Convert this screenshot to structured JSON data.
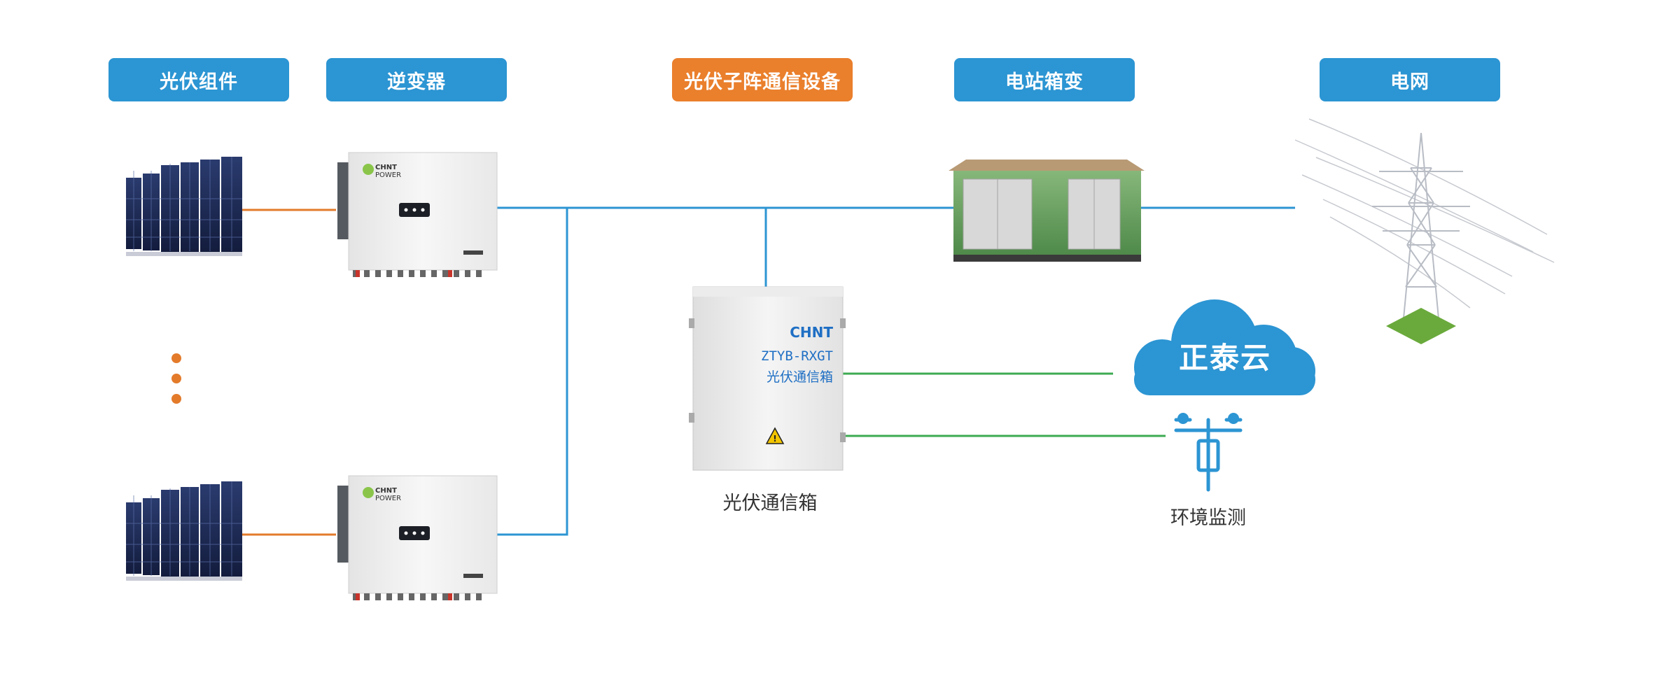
{
  "labels": {
    "pv_module": "光伏组件",
    "inverter": "逆变器",
    "comm_device": "光伏子阵通信设备",
    "substation": "电站箱变",
    "grid": "电网"
  },
  "inverter_brand": "CHNT",
  "inverter_sub_brand": "POWER",
  "comm_box": {
    "brand": "CHNT",
    "model": "ZTYB-RXGT",
    "name": "光伏通信箱",
    "caption": "光伏通信箱"
  },
  "cloud": {
    "text": "正泰云"
  },
  "env_monitor": {
    "caption": "环境监测"
  },
  "colors": {
    "label_blue": "#2c95d3",
    "label_orange": "#ea7f2c",
    "line_blue": "#2c95d3",
    "line_orange": "#e37b2b",
    "line_green": "#3cab52",
    "cloud": "#2c95d3"
  }
}
